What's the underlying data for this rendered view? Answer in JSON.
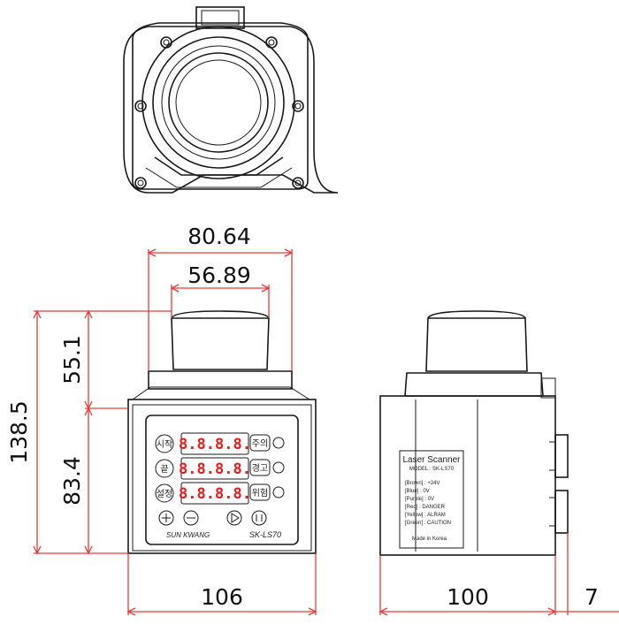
{
  "dimensions": {
    "width_lens_outer": "80.64",
    "width_lens_inner": "56.89",
    "height_total": "138.5",
    "height_head": "55.1",
    "height_body": "83.4",
    "width_front": "106",
    "depth_side": "100",
    "connector_depth": "7"
  },
  "front_panel": {
    "left_buttons": [
      "시작",
      "끝",
      "설정"
    ],
    "right_indicators": [
      "주의",
      "경고",
      "위험"
    ],
    "display_value": "8.8.8.8.",
    "brand": "SUN KWANG",
    "model": "SK-LS70"
  },
  "side_label": {
    "title": "Laser Scanner",
    "model": "MODEL : SK-LS70",
    "wires": [
      "[Brown] : +24V",
      "[Blue] : 0V",
      "[Purple] : 0V",
      "[Red] : DANGER",
      "[Yellow] : ALRAM",
      "[Green] : CAUTION"
    ],
    "origin": "Made in Korea"
  },
  "colors": {
    "dimension_line": "#e23c3c",
    "outline": "#1a1a1a",
    "segment": "#e02020"
  },
  "icons": [
    "plus-circle-icon",
    "minus-circle-icon",
    "play-icon",
    "pause-icon",
    "indicator-lamp-icon"
  ]
}
